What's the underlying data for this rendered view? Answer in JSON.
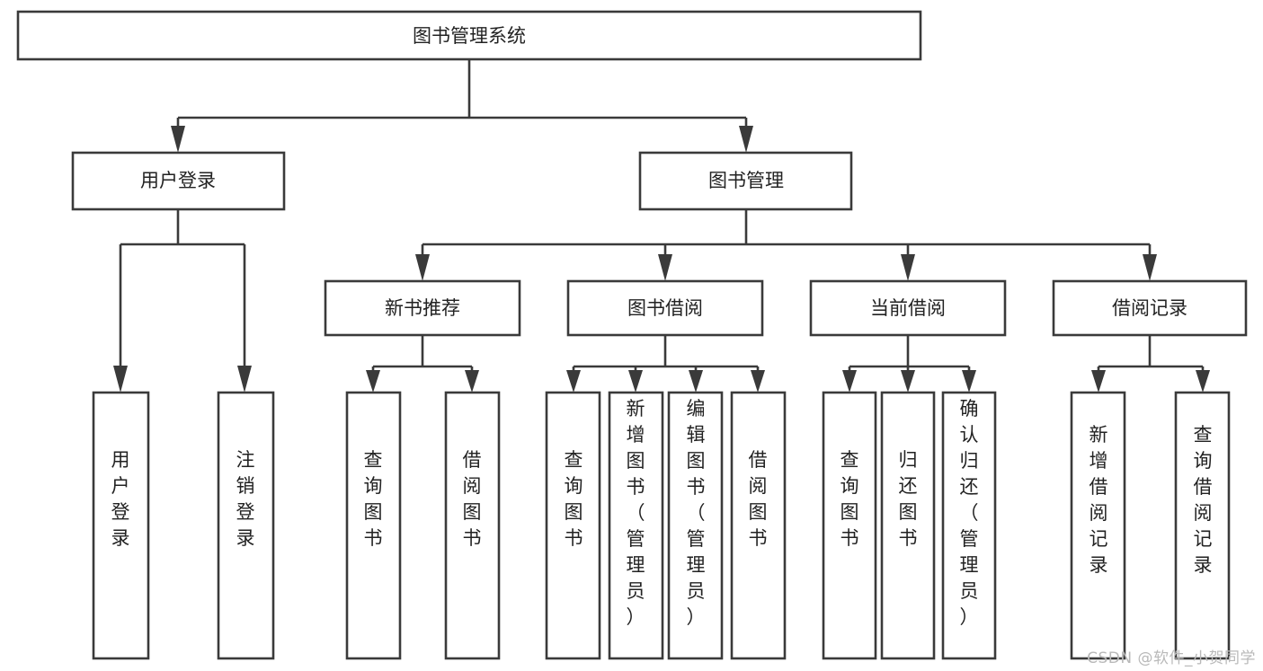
{
  "diagram": {
    "type": "tree",
    "title": "图书管理系统",
    "watermark": "CSDN @软件_小贺同学",
    "accent_color": "#3a3a3a",
    "background_color": "#ffffff",
    "root": {
      "id": "root",
      "label": "图书管理系统",
      "orientation": "horizontal"
    },
    "level2": [
      {
        "id": "user-login",
        "label": "用户登录",
        "orientation": "horizontal"
      },
      {
        "id": "book-manage",
        "label": "图书管理",
        "orientation": "horizontal"
      }
    ],
    "level3": [
      {
        "id": "new-book-rec",
        "label": "新书推荐",
        "orientation": "horizontal",
        "parent": "book-manage"
      },
      {
        "id": "book-borrow",
        "label": "图书借阅",
        "orientation": "horizontal",
        "parent": "book-manage"
      },
      {
        "id": "current-borrow",
        "label": "当前借阅",
        "orientation": "horizontal",
        "parent": "book-manage"
      },
      {
        "id": "borrow-record",
        "label": "借阅记录",
        "orientation": "horizontal",
        "parent": "book-manage"
      }
    ],
    "leaves": [
      {
        "id": "leaf-user-login",
        "label": "用户登录",
        "orientation": "vertical",
        "parent": "user-login"
      },
      {
        "id": "leaf-user-logout",
        "label": "注销登录",
        "orientation": "vertical",
        "parent": "user-login"
      },
      {
        "id": "leaf-query-book-1",
        "label": "查询图书",
        "orientation": "vertical",
        "parent": "new-book-rec"
      },
      {
        "id": "leaf-borrow-book-1",
        "label": "借阅图书",
        "orientation": "vertical",
        "parent": "new-book-rec"
      },
      {
        "id": "leaf-query-book-2",
        "label": "查询图书",
        "orientation": "vertical",
        "parent": "book-borrow"
      },
      {
        "id": "leaf-add-book",
        "label": "新增图书（管理员）",
        "orientation": "vertical",
        "parent": "book-borrow"
      },
      {
        "id": "leaf-edit-book",
        "label": "编辑图书（管理员）",
        "orientation": "vertical",
        "parent": "book-borrow"
      },
      {
        "id": "leaf-borrow-book-2",
        "label": "借阅图书",
        "orientation": "vertical",
        "parent": "book-borrow"
      },
      {
        "id": "leaf-query-book-3",
        "label": "查询图书",
        "orientation": "vertical",
        "parent": "current-borrow"
      },
      {
        "id": "leaf-return-book",
        "label": "归还图书",
        "orientation": "vertical",
        "parent": "current-borrow"
      },
      {
        "id": "leaf-confirm-return",
        "label": "确认归还（管理员）",
        "orientation": "vertical",
        "parent": "current-borrow"
      },
      {
        "id": "leaf-add-record",
        "label": "新增借阅记录",
        "orientation": "vertical",
        "parent": "borrow-record"
      },
      {
        "id": "leaf-query-record",
        "label": "查询借阅记录",
        "orientation": "vertical",
        "parent": "borrow-record"
      }
    ]
  }
}
